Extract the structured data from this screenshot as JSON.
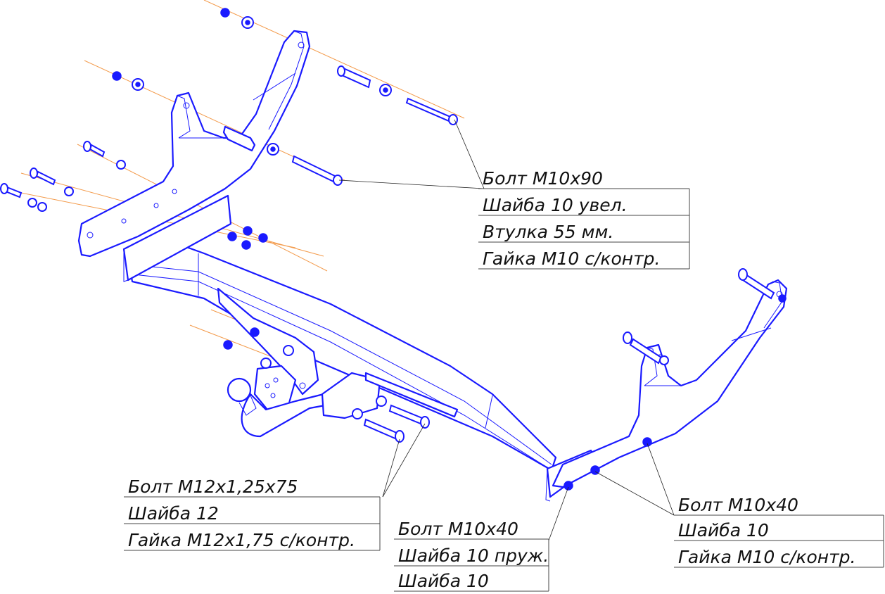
{
  "colors": {
    "part_line": "#1a1aff",
    "axis_line": "#f39a4a",
    "label_text": "#111111"
  },
  "callouts": {
    "top_right": [
      "Болт М10х90",
      "Шайба 10 увел.",
      "Втулка 55 мм.",
      "Гайка М10 с/контр."
    ],
    "bottom_left": [
      "Болт М12х1,25х75",
      "Шайба 12",
      "Гайка М12х1,75 с/контр."
    ],
    "bottom_middle": [
      "Болт М10х40",
      "Шайба 10 пруж.",
      "Шайба 10"
    ],
    "bottom_right": [
      "Болт М10х40",
      "Шайба 10",
      "Гайка М10 с/контр."
    ]
  }
}
